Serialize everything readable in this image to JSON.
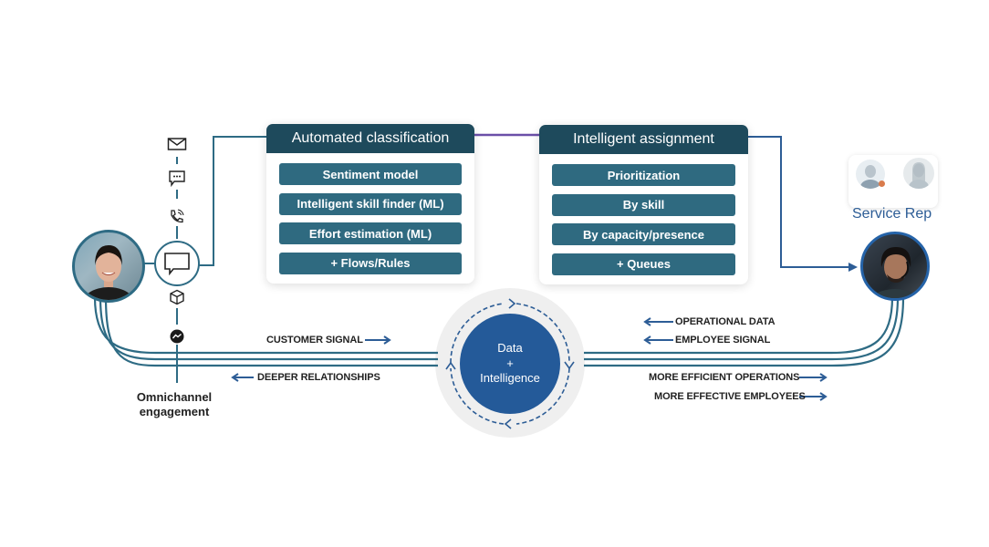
{
  "classification": {
    "title": "Automated classification",
    "items": [
      "Sentiment model",
      "Intelligent skill finder (ML)",
      "Effort estimation (ML)",
      "+ Flows/Rules"
    ]
  },
  "assignment": {
    "title": "Intelligent assignment",
    "items": [
      "Prioritization",
      "By skill",
      "By capacity/presence",
      "+ Queues"
    ]
  },
  "service_rep": {
    "label": "Service Rep"
  },
  "omnichannel": {
    "line1": "Omnichannel",
    "line2": "engagement"
  },
  "channels": [
    "email-icon",
    "chat-icon",
    "phone-icon",
    "message-icon",
    "package-icon",
    "messenger-icon"
  ],
  "hub": {
    "line1": "Data",
    "line2": "+",
    "line3": "Intelligence"
  },
  "flows": {
    "customer_signal": "CUSTOMER SIGNAL",
    "deeper_relationships": "DEEPER RELATIONSHIPS",
    "operational_data": "OPERATIONAL DATA",
    "employee_signal": "EMPLOYEE SIGNAL",
    "more_efficient_operations": "MORE EFFICIENT OPERATIONS",
    "more_effective_employees": "MORE EFFECTIVE EMPLOYEES"
  },
  "colors": {
    "teal_dark": "#1e4a5c",
    "teal_pill": "#2f6a80",
    "line_teal": "#2e6b84",
    "hub_blue": "#245a99",
    "arrow_blue": "#2d5d96",
    "connector_purple": "#6b4fa8"
  }
}
